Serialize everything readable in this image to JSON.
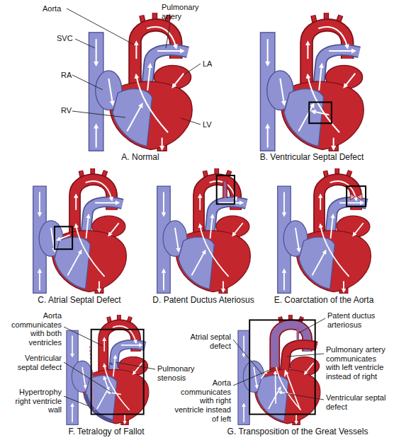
{
  "diagram": {
    "labels": [
      "Aorta",
      "Pulmonary artery",
      "SVC",
      "LA",
      "RA",
      "RV",
      "LV",
      "A. Normal",
      "B. Ventricular Septal Defect",
      "C. Atrial Septal Defect",
      "D. Patent Ductus Ateriosus",
      "E. Coarctation of the Aorta",
      "Aorta communicates with both ventricles",
      "Ventricular septal defect",
      "Pulmonary stenosis",
      "Hypertrophy right ventricle wall",
      "F. Tetralogy of Fallot",
      "Patent ductus arteriosus",
      "Atrial septal defect",
      "Pulmonary artery communicates with left ventricle instead of right",
      "Aorta communicates with right ventricle instead of left",
      "Ventricular septal defect",
      "G. Transposition of the Great Vessels"
    ]
  }
}
